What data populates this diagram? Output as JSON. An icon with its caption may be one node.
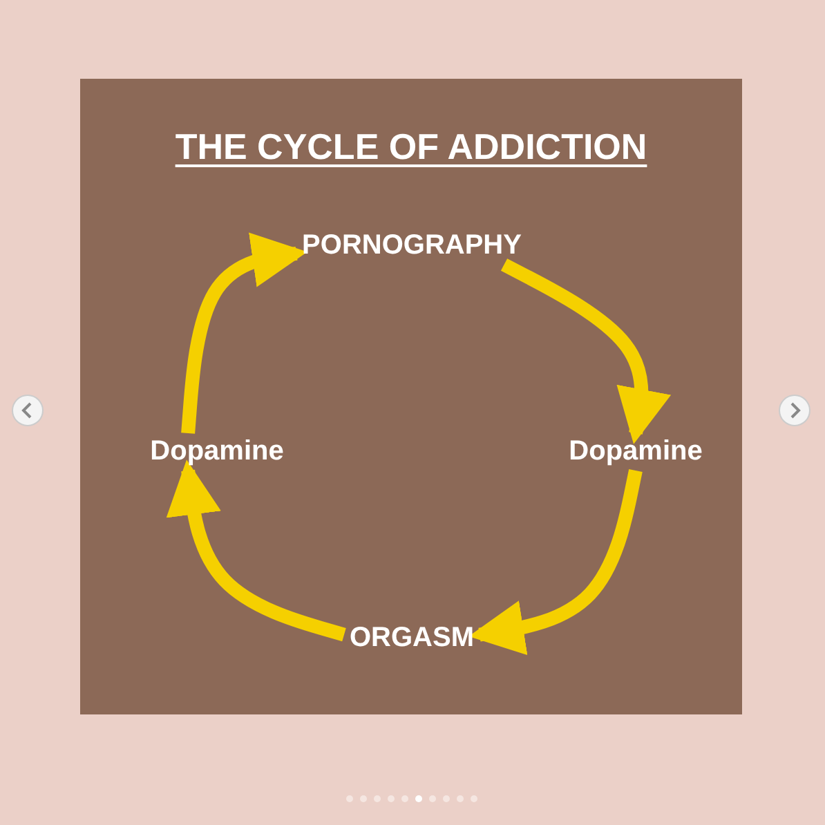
{
  "diagram": {
    "title": "THE CYCLE OF ADDICTION",
    "nodes": [
      {
        "text": [
          "PORNOGRAPHY"
        ]
      },
      {
        "text": [
          "Dopamine"
        ]
      },
      {
        "text": [
          "ORGASM"
        ]
      },
      {
        "text": [
          "Dopamine"
        ]
      }
    ],
    "edges": [
      {
        "from": 0,
        "to": 1,
        "arrow": "to"
      },
      {
        "from": 1,
        "to": 2,
        "arrow": "to"
      },
      {
        "from": 2,
        "to": 3,
        "arrow": "to"
      },
      {
        "from": 3,
        "to": 0,
        "arrow": "to"
      }
    ]
  }
}
